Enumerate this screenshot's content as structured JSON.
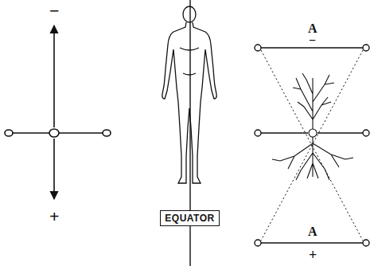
{
  "diagram": {
    "nodes": [
      {
        "text": [
          "EQUATOR"
        ]
      }
    ],
    "labels": [
      "−",
      "+",
      "A",
      "−",
      "A",
      "+"
    ]
  }
}
